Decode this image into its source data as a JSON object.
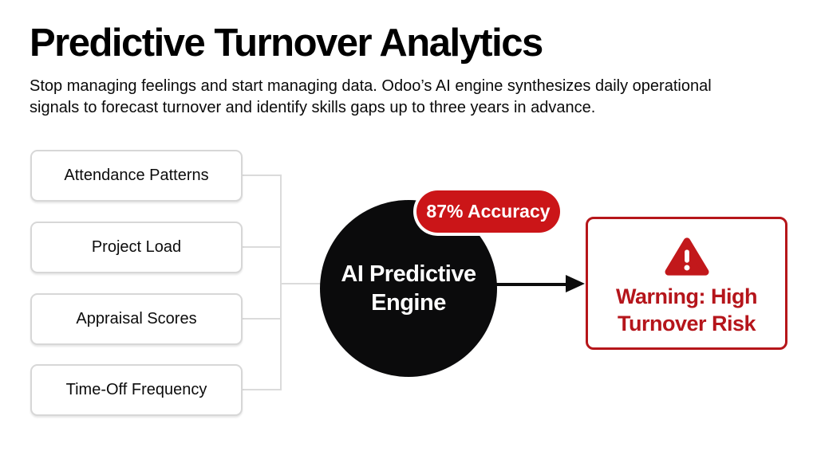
{
  "header": {
    "title": "Predictive Turnover Analytics",
    "subtitle": "Stop managing feelings and start managing data. Odoo’s AI engine synthesizes daily operational signals to forecast turnover and identify skills gaps up to three years in advance."
  },
  "diagram": {
    "inputs": [
      "Attendance Patterns",
      "Project Load",
      "Appraisal Scores",
      "Time-Off Frequency"
    ],
    "engine": {
      "lines": [
        "AI Predictive",
        "Engine"
      ],
      "badge": "87% Accuracy"
    },
    "output": {
      "icon": "warning-triangle",
      "lines": [
        "Warning: High",
        "Turnover Risk"
      ]
    }
  },
  "colors": {
    "accent_red": "#CB1518",
    "warning_text_red": "#B5151B",
    "engine_black": "#0B0B0C",
    "connector_gray": "#DBDBDB",
    "box_border_gray": "#D7D7D7",
    "background": "#FFFFFF"
  }
}
